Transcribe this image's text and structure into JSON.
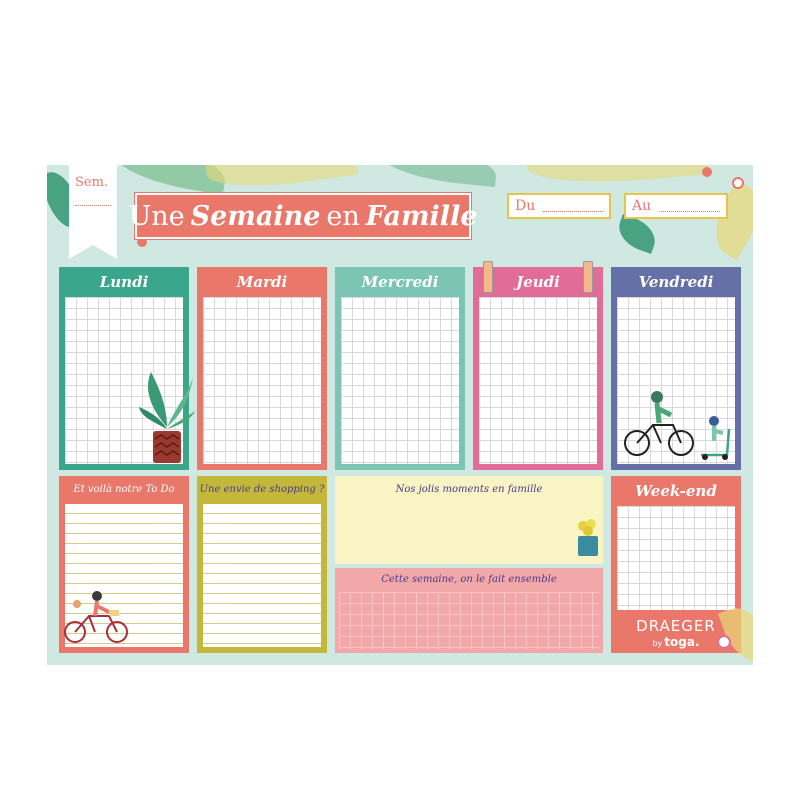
{
  "header": {
    "title_part1": "Une",
    "title_part2": "Semaine",
    "title_part3": "en",
    "title_part4": "Famille",
    "sem_label": "Sem.",
    "du_label": "Du",
    "au_label": "Au"
  },
  "days": [
    {
      "label": "Lundi",
      "color": "#3aa68c"
    },
    {
      "label": "Mardi",
      "color": "#e9786b"
    },
    {
      "label": "Mercredi",
      "color": "#7cc5b4"
    },
    {
      "label": "Jeudi",
      "color": "#e06c97"
    },
    {
      "label": "Vendredi",
      "color": "#6570a6"
    }
  ],
  "boxes": {
    "todo": {
      "label": "Et voilà notre To Do",
      "color": "#e9786b"
    },
    "shopping": {
      "label": "Une envie de shopping ?",
      "color": "#c4b83a"
    },
    "moments": {
      "label": "Nos jolis moments en famille",
      "color": "#f8f4c4"
    },
    "ensemble": {
      "label": "Cette semaine, on le fait ensemble",
      "color": "#f2a8a8"
    },
    "weekend": {
      "label": "Week-end",
      "color": "#e9786b"
    }
  },
  "brand": {
    "name": "DRAEGER",
    "by": "by",
    "sub": "toga."
  },
  "icons": [
    "plant-icon",
    "bicycle-icon",
    "potted-flower-icon",
    "leaf-icon",
    "flower-icon"
  ]
}
